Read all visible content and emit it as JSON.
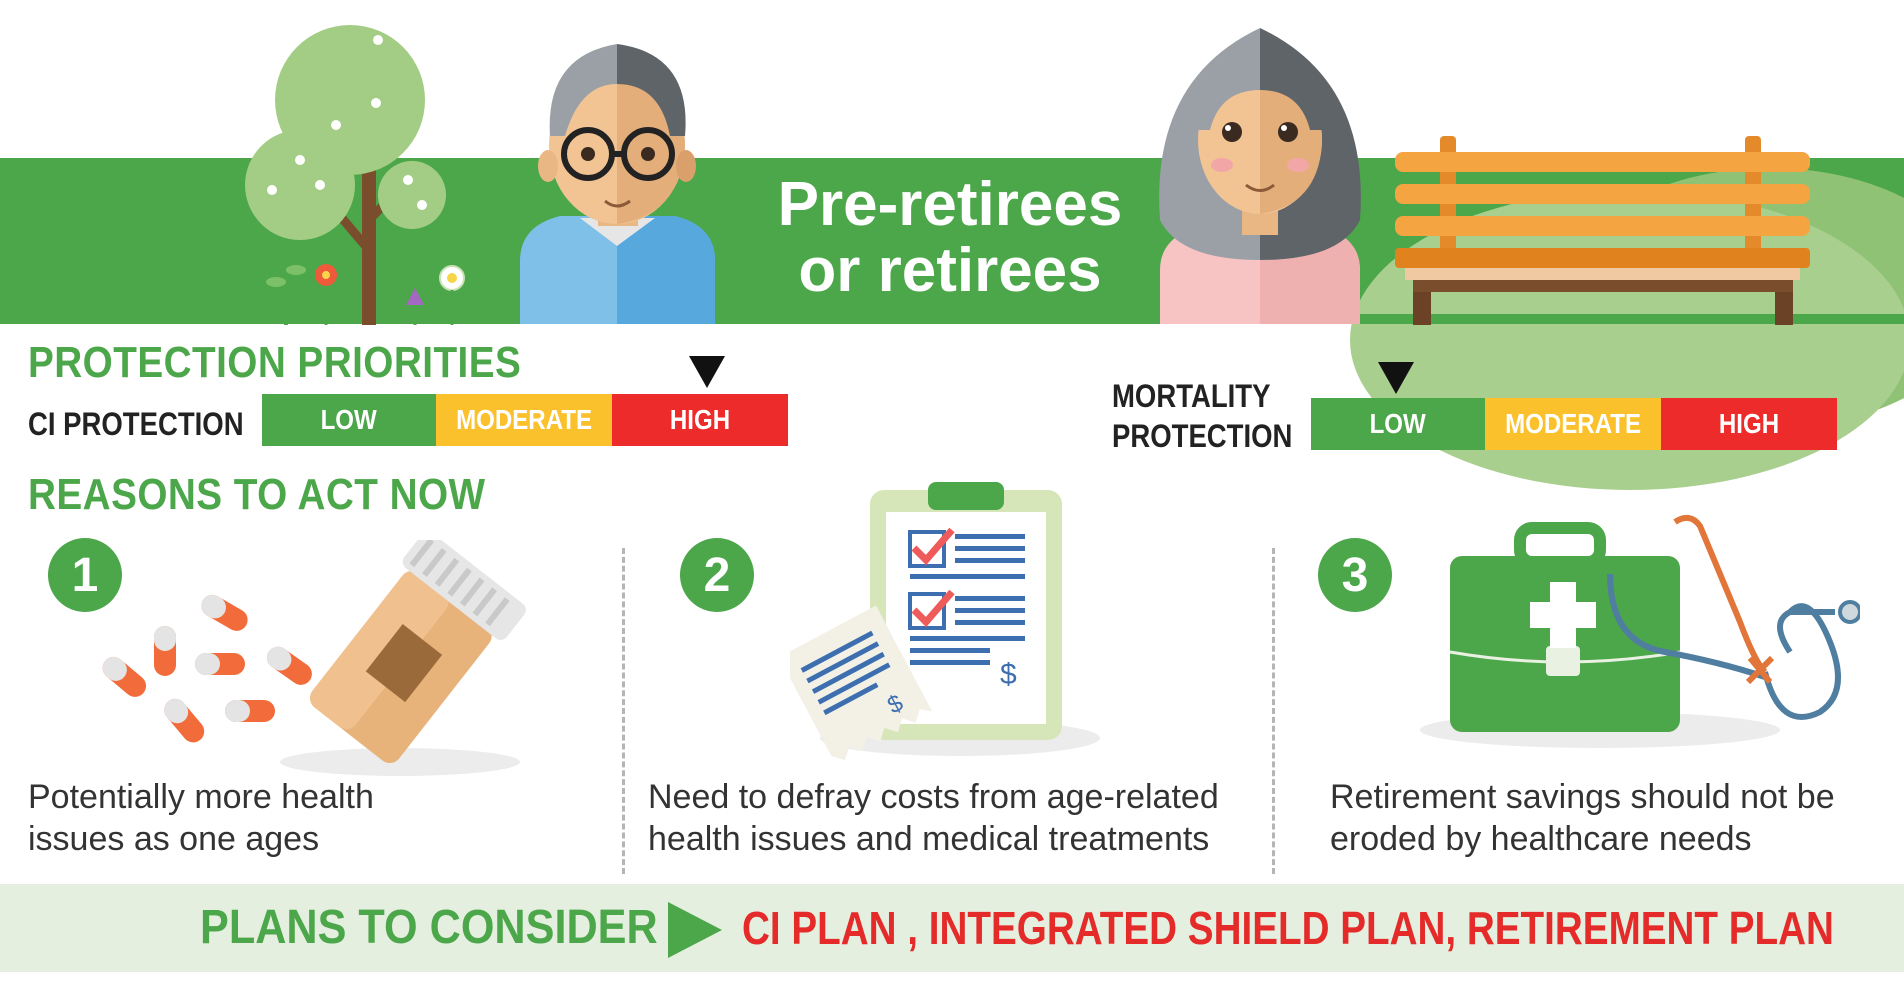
{
  "header": {
    "title_line1": "Pre-retirees",
    "title_line2": "or retirees"
  },
  "priorities": {
    "heading": "PROTECTION PRIORITIES",
    "ci": {
      "label": "CI PROTECTION",
      "levels": [
        "LOW",
        "MODERATE",
        "HIGH"
      ],
      "selected": "HIGH"
    },
    "mortality": {
      "label_line1": "MORTALITY",
      "label_line2": "PROTECTION",
      "levels": [
        "LOW",
        "MODERATE",
        "HIGH"
      ],
      "selected": "LOW"
    }
  },
  "reasons": {
    "heading": "REASONS TO ACT NOW",
    "items": [
      {
        "number": "1",
        "line1": "Potentially more health",
        "line2": "issues as one ages",
        "icon": "pills-bottle-icon"
      },
      {
        "number": "2",
        "line1": "Need to defray costs from age-related",
        "line2": "health issues and medical treatments",
        "icon": "clipboard-bill-icon"
      },
      {
        "number": "3",
        "line1": "Retirement savings should not be",
        "line2": "eroded by healthcare needs",
        "icon": "medical-kit-stethoscope-icon"
      }
    ]
  },
  "plans": {
    "label": "PLANS TO CONSIDER",
    "list": "CI PLAN , INTEGRATED SHIELD PLAN, RETIREMENT PLAN"
  },
  "colors": {
    "green": "#4ca64a",
    "yellow": "#fbc12c",
    "red": "#ee2b2b",
    "plans_red": "#e52a2a",
    "plans_bg": "#e4efdf"
  }
}
